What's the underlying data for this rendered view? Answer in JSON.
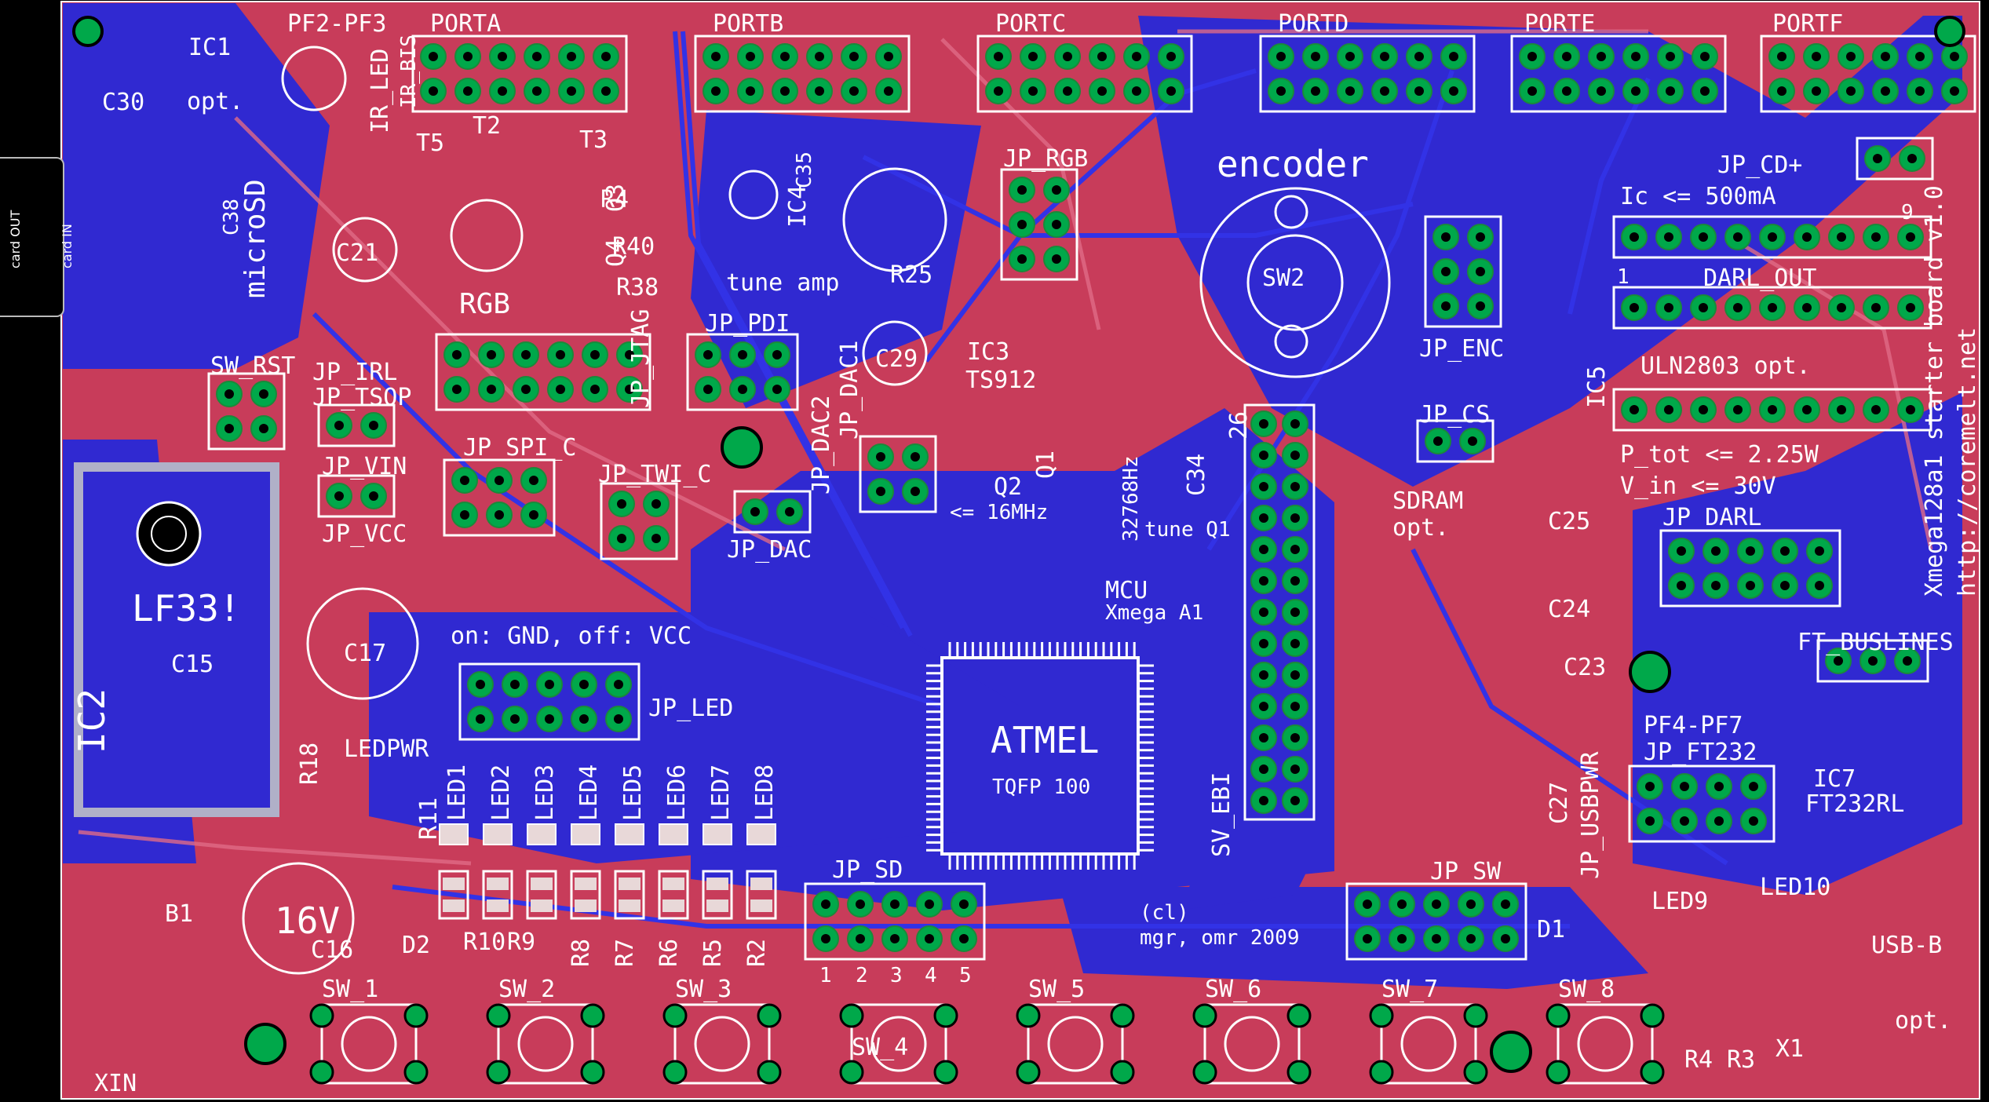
{
  "title": "Xmega128a1 starter board v1.0",
  "url": "http://coremelt.net",
  "credits": [
    "(cl)",
    "mgr, omr 2009"
  ],
  "side_card": [
    "card OUT",
    "card IN"
  ],
  "ports": [
    "PORTA",
    "PORTB",
    "PORTC",
    "PORTD",
    "PORTE",
    "PORTF"
  ],
  "top_parts": [
    "IC1",
    "opt.",
    "PF2-PF3",
    "IR_LED",
    "IR_BIS",
    "T5",
    "T2",
    "T3",
    "C30"
  ],
  "audio": [
    "R4",
    "R40",
    "R38",
    "Q3",
    "Q4",
    "RGB",
    "C21",
    "microSD",
    "C38",
    "C35",
    "IC4",
    "tune amp",
    "R25",
    "JP_RGB"
  ],
  "encoder": [
    "encoder",
    "SW2",
    "JP_ENC",
    "JP_CS"
  ],
  "darl": [
    "JP_CD+",
    "Ic <= 500mA",
    "DARL_OUT",
    "ULN2803 opt.",
    "IC5",
    "P_tot <= 2.25W",
    "V_in <= 30V",
    "JP_DARL",
    "9",
    "1"
  ],
  "headers_left": [
    "SW_RST",
    "JP_IRL",
    "JP_TSOP",
    "JP_VIN",
    "JP_VCC",
    "JP_SPI_C",
    "JP_JTAG",
    "JP_PDI",
    "JP_DAC2",
    "JP_DAC1",
    "JP_TWI_C",
    "JP_DAC",
    "C29",
    "IC3",
    "TS912",
    "Q1",
    "Q2",
    "<= 16MHz",
    "32768Hz",
    "tune Q1",
    "C34"
  ],
  "power": [
    "LF33!",
    "C15",
    "IC2",
    "C17",
    "16V",
    "C16",
    "B1",
    "XIN",
    "LEDPWR",
    "R18",
    "D2"
  ],
  "led_section": [
    "on: GND, off: VCC",
    "JP_LED",
    "LED1",
    "LED2",
    "LED3",
    "LED4",
    "LED5",
    "LED6",
    "LED7",
    "LED8",
    "R11",
    "R10",
    "R9",
    "R8",
    "R7",
    "R6",
    "R5",
    "R2"
  ],
  "mcu": [
    "MCU",
    "Xmega A1",
    "ATMEL",
    "TQFP 100",
    "SV_EBI",
    "26",
    "SDRAM",
    "opt.",
    "C25",
    "C24",
    "C23",
    "C27",
    "JP_USBPWR"
  ],
  "ft": [
    "FT_BUSLINES",
    "PF4-PF7",
    "JP_FT232",
    "IC7",
    "FT232RL",
    "LED9",
    "LED10",
    "D1",
    "USB-B",
    "opt.",
    "X1",
    "R4",
    "R3"
  ],
  "jp_bottom": [
    "JP_SD",
    "JP_SW",
    "1",
    "2",
    "3",
    "4",
    "5"
  ],
  "switches": [
    "SW_1",
    "SW_2",
    "SW_3",
    "SW_4",
    "SW_5",
    "SW_6",
    "SW_7",
    "SW_8"
  ],
  "colors": {
    "board": "#c83c5a",
    "blue": "#2828d8",
    "pad": "#00a84a",
    "silk": "#ffffff",
    "bg": "#000000"
  }
}
